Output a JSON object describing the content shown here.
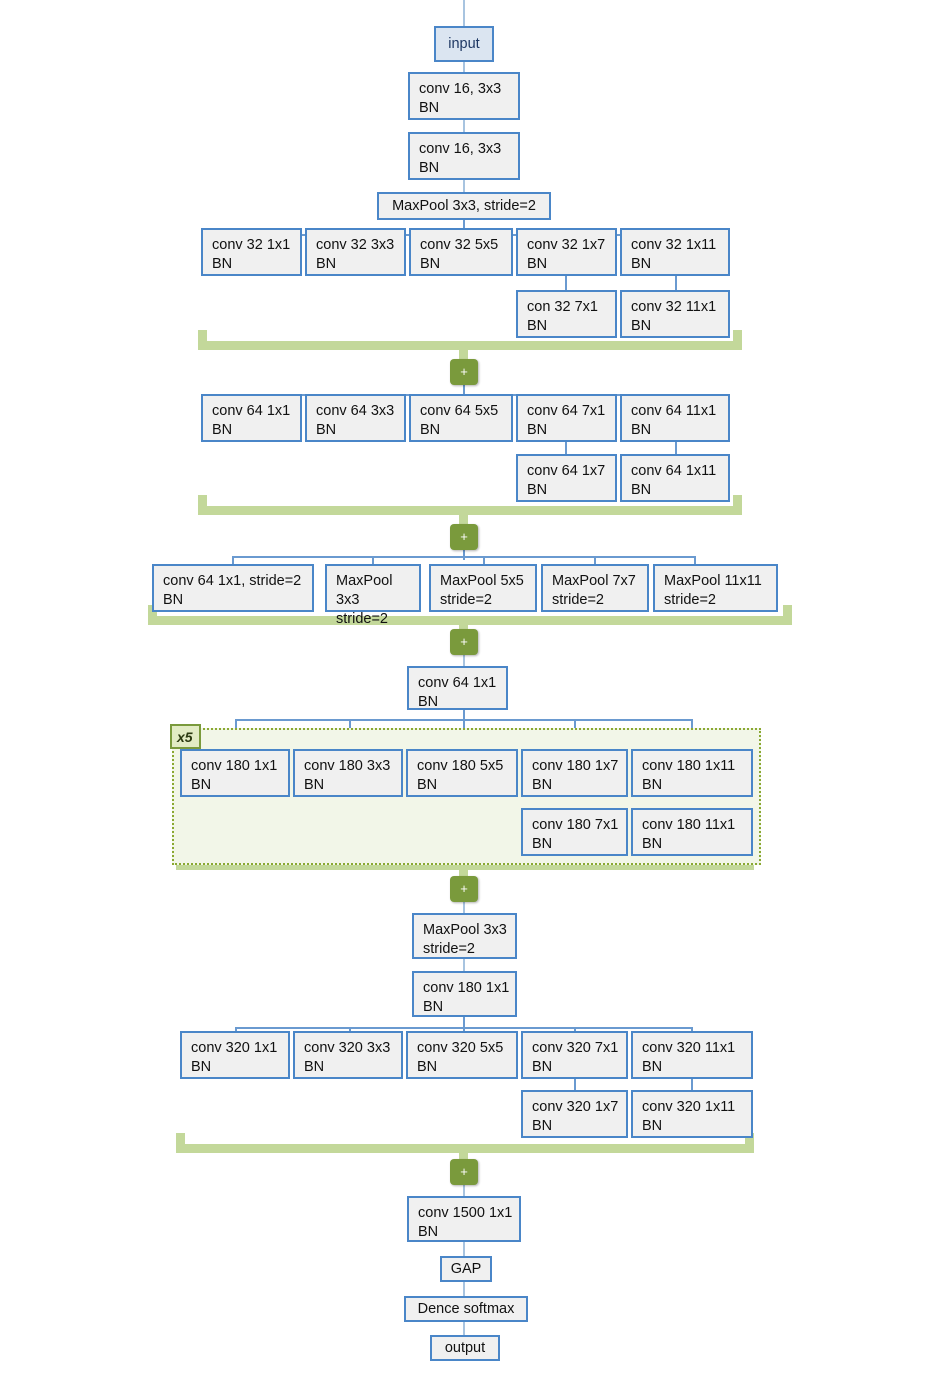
{
  "diagram": {
    "title": "Convolutional neural network architecture block diagram",
    "colors": {
      "box_border": "#4a86c8",
      "box_fill": "#f0f0f0",
      "input_fill": "#dbe5f1",
      "input_text": "#1f3864",
      "merge_bar": "#c3d89a",
      "plus_node": "#7a9a3c",
      "repeat_border": "#8aa832",
      "repeat_fill": "#f2f6e8",
      "repeat_badge_fill": "#e2ecc4",
      "connector_line": "#6a9ad0"
    },
    "nodes": {
      "input": "input",
      "stem_conv_1": "conv 16, 3x3\nBN",
      "stem_conv_2": "conv 16, 3x3\nBN",
      "stem_maxpool": "MaxPool  3x3, stride=2",
      "block32": [
        "conv 32 1x1\nBN",
        "conv 32 3x3\nBN",
        "conv 32 5x5\nBN",
        "conv 32 1x7\nBN",
        "conv 32 1x11\nBN"
      ],
      "block32_second_row": [
        "con 32 7x1\nBN",
        "conv 32 11x1\nBN"
      ],
      "block64": [
        "conv 64 1x1\nBN",
        "conv 64 3x3\nBN",
        "conv 64 5x5\nBN",
        "conv 64 7x1\nBN",
        "conv 64 11x1\nBN"
      ],
      "block64_second_row": [
        "conv 64 1x7\nBN",
        "conv 64 1x11\nBN"
      ],
      "downsample_row": [
        "conv 64 1x1, stride=2\nBN",
        "MaxPool 3x3\nstride=2",
        "MaxPool 5x5\nstride=2",
        "MaxPool 7x7\nstride=2",
        "MaxPool 11x11\nstride=2"
      ],
      "bottleneck_64": "conv 64 1x1\nBN",
      "repeat_label": "x5",
      "block180": [
        "conv 180 1x1\nBN",
        "conv 180 3x3\nBN",
        "conv 180 5x5\nBN",
        "conv 180 1x7\nBN",
        "conv 180 1x11\nBN"
      ],
      "block180_second_row": [
        "conv 180 7x1\nBN",
        "conv 180 11x1\nBN"
      ],
      "maxpool_tail": "MaxPool 3x3\nstride=2",
      "bottleneck_180": "conv 180 1x1\nBN",
      "block320": [
        "conv 320 1x1\nBN",
        "conv 320 3x3\nBN",
        "conv 320 5x5\nBN",
        "conv 320 7x1\nBN",
        "conv 320 11x1\nBN"
      ],
      "block320_second_row": [
        "conv 320 1x7\nBN",
        "conv 320 1x11\nBN"
      ],
      "head_conv": "conv 1500 1x1\nBN",
      "gap": "GAP",
      "dense": "Dence softmax",
      "output": "output",
      "plus_symbol": "+"
    }
  }
}
